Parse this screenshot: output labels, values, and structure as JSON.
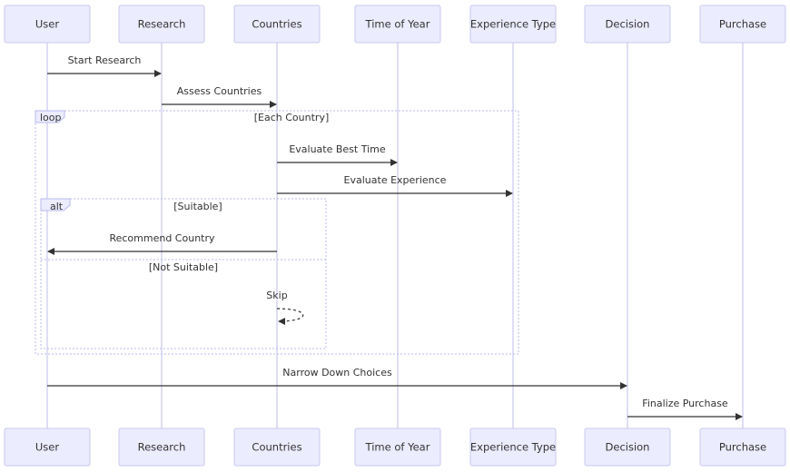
{
  "actors": [
    {
      "id": "user",
      "label": "User"
    },
    {
      "id": "research",
      "label": "Research"
    },
    {
      "id": "countries",
      "label": "Countries"
    },
    {
      "id": "time",
      "label": "Time of Year"
    },
    {
      "id": "experience",
      "label": "Experience Type"
    },
    {
      "id": "decision",
      "label": "Decision"
    },
    {
      "id": "purchase",
      "label": "Purchase"
    }
  ],
  "messages": [
    {
      "from": "user",
      "to": "research",
      "label": "Start Research"
    },
    {
      "from": "research",
      "to": "countries",
      "label": "Assess Countries"
    },
    {
      "from": "countries",
      "to": "time",
      "label": "Evaluate Best Time"
    },
    {
      "from": "countries",
      "to": "experience",
      "label": "Evaluate Experience"
    },
    {
      "from": "countries",
      "to": "user",
      "label": "Recommend Country"
    },
    {
      "from": "countries",
      "to": "countries",
      "label": "Skip",
      "dashed": true
    },
    {
      "from": "user",
      "to": "decision",
      "label": "Narrow Down Choices"
    },
    {
      "from": "decision",
      "to": "purchase",
      "label": "Finalize Purchase"
    }
  ],
  "frames": {
    "loop": {
      "kind": "loop",
      "condition": "[Each Country]"
    },
    "alt": {
      "kind": "alt",
      "condition": "[Suitable]",
      "else_condition": "[Not Suitable]"
    }
  }
}
